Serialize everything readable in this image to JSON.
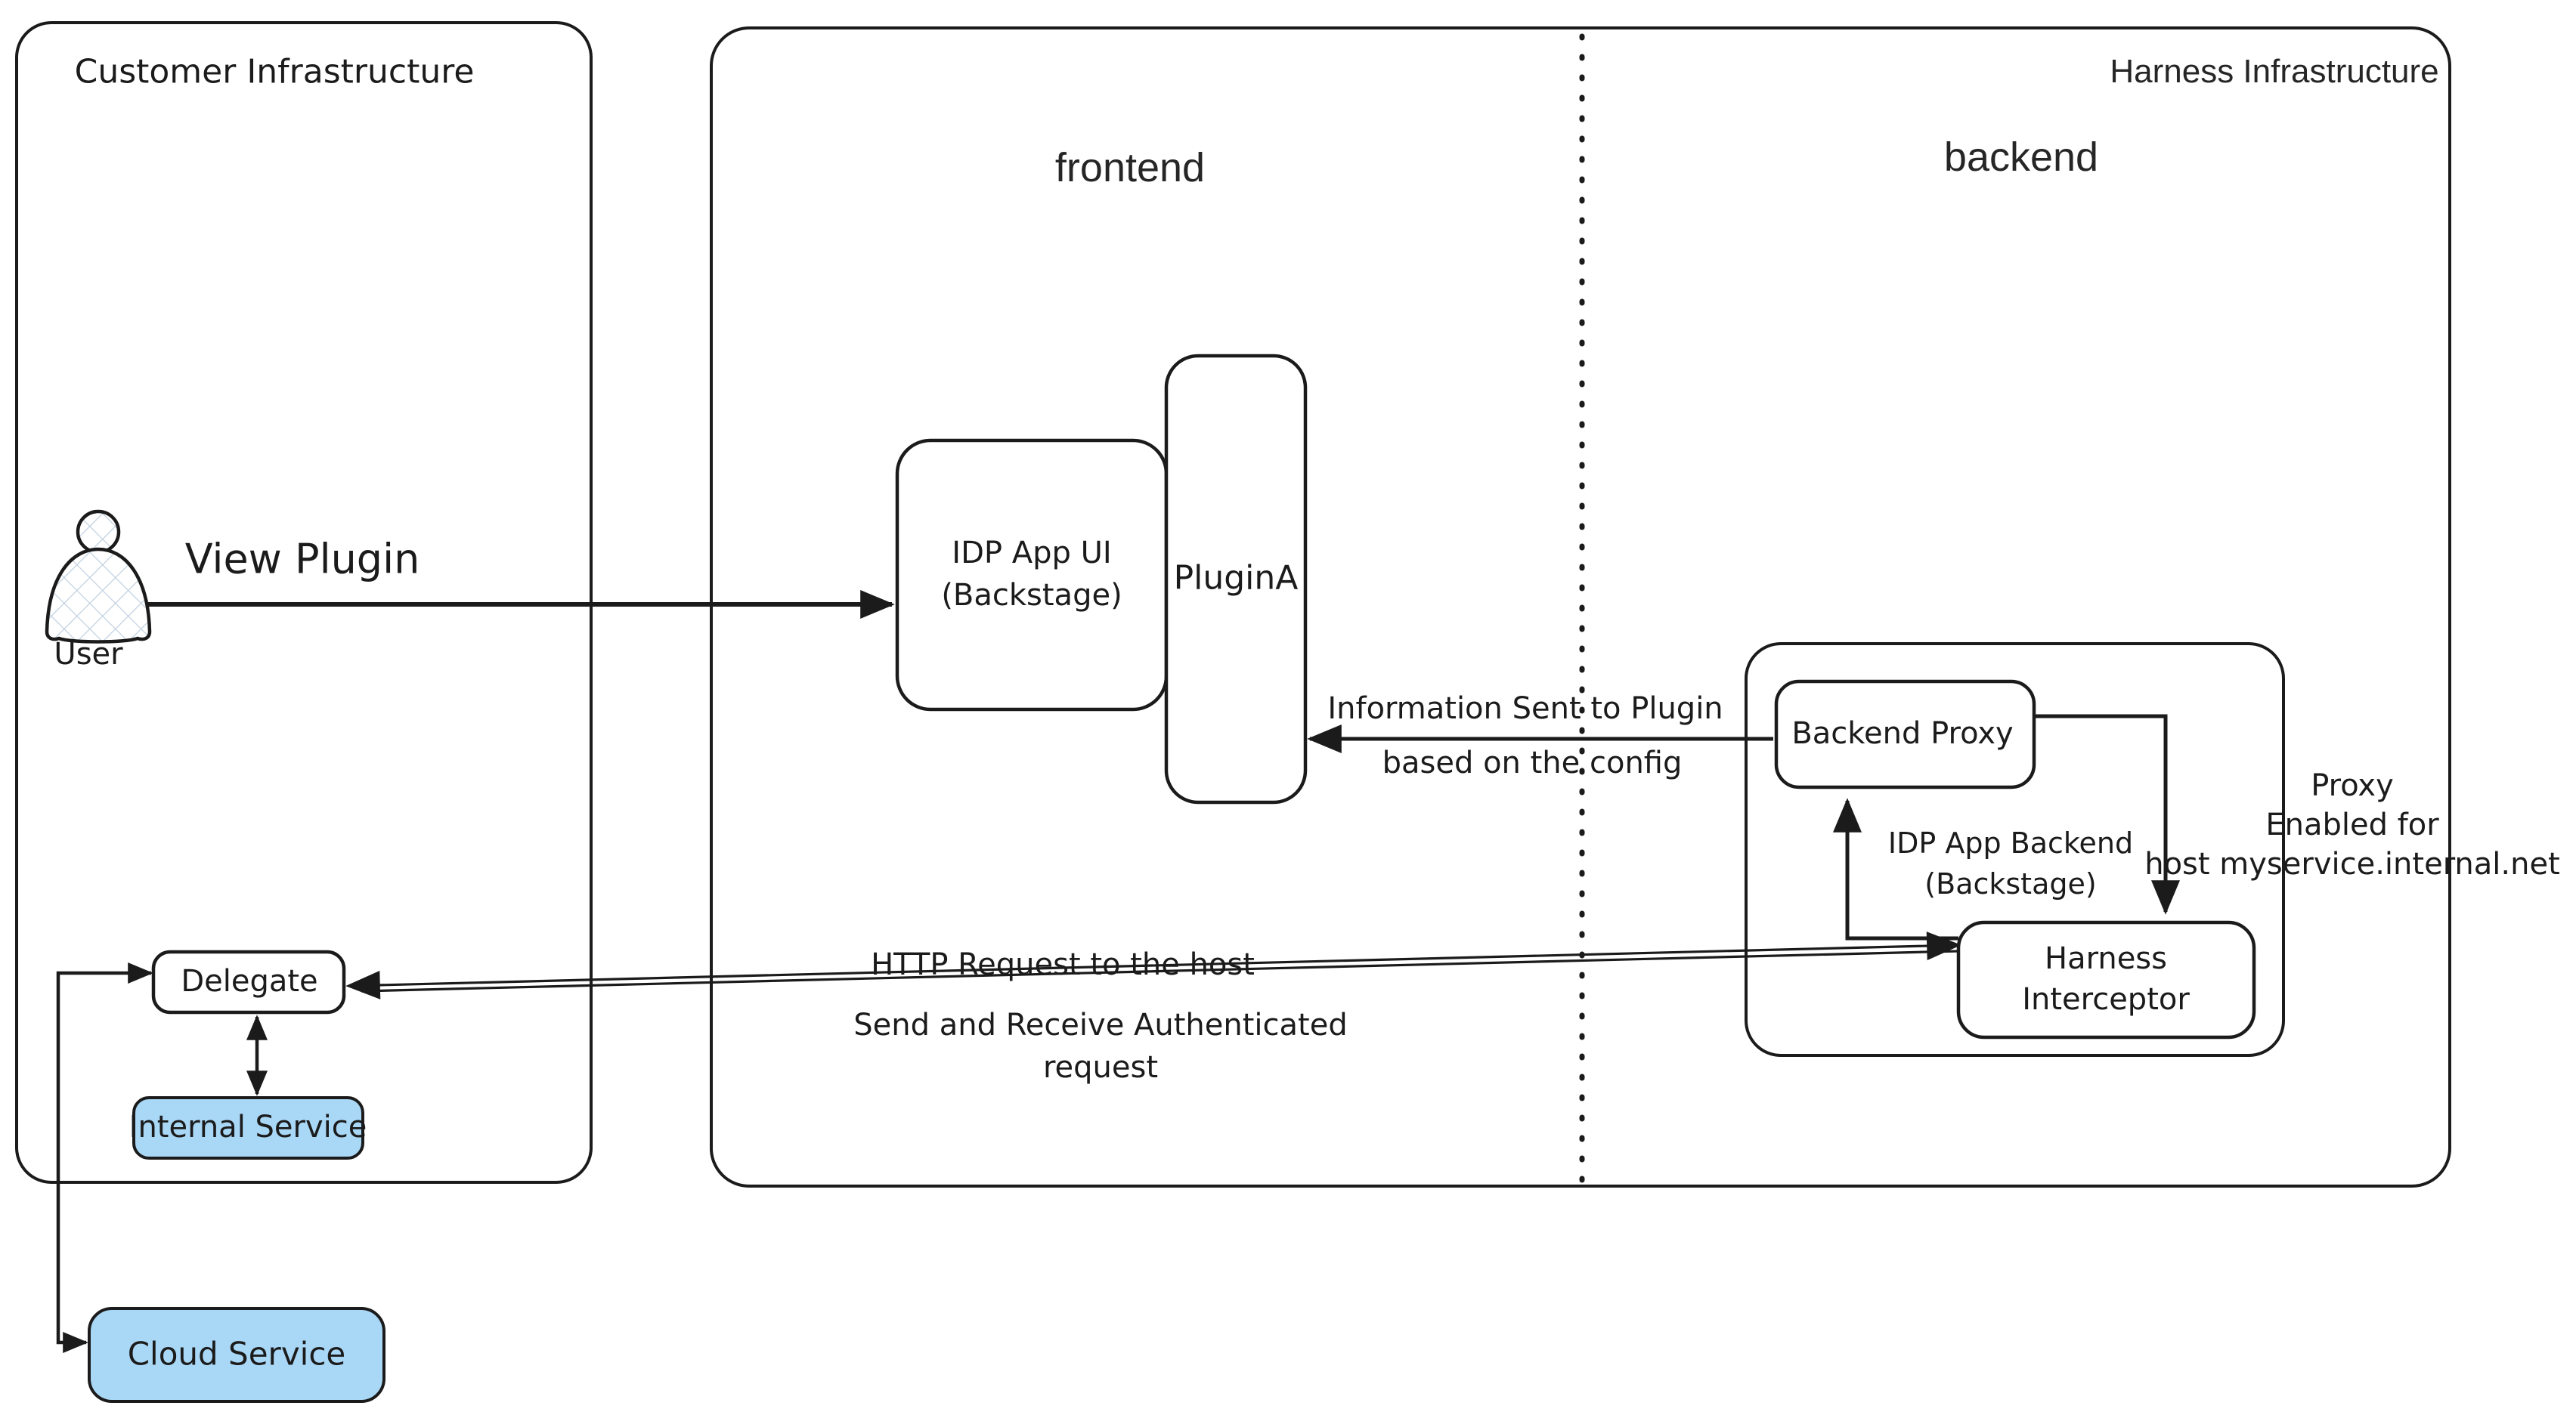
{
  "labels": {
    "customer_title": "Customer Infrastructure",
    "harness_title": "Harness Infrastructure",
    "frontend_heading": "frontend",
    "backend_heading": "backend",
    "user": "User",
    "view_plugin": "View Plugin",
    "idp_app_ui": "IDP App UI\n(Backstage)",
    "plugin_a": "PluginA",
    "info_sent_line1": "Information Sent to Plugin",
    "info_sent_line2": "based on the config",
    "backend_proxy": "Backend Proxy",
    "idp_app_backend": "IDP App Backend\n(Backstage)",
    "harness_interceptor": "Harness\nInterceptor",
    "proxy_enabled": "Proxy\nEnabled for\nhost myservice.internal.net",
    "http_request": "HTTP Request to the host",
    "send_receive": "Send and Receive Authenticated\nrequest",
    "delegate": "Delegate",
    "internal_service": "Internal Service",
    "cloud_service": "Cloud Service"
  },
  "colors": {
    "service_fill": "#a9d7f6",
    "stroke": "#1b1b1b",
    "crosshatch": "#c3d2e0"
  }
}
